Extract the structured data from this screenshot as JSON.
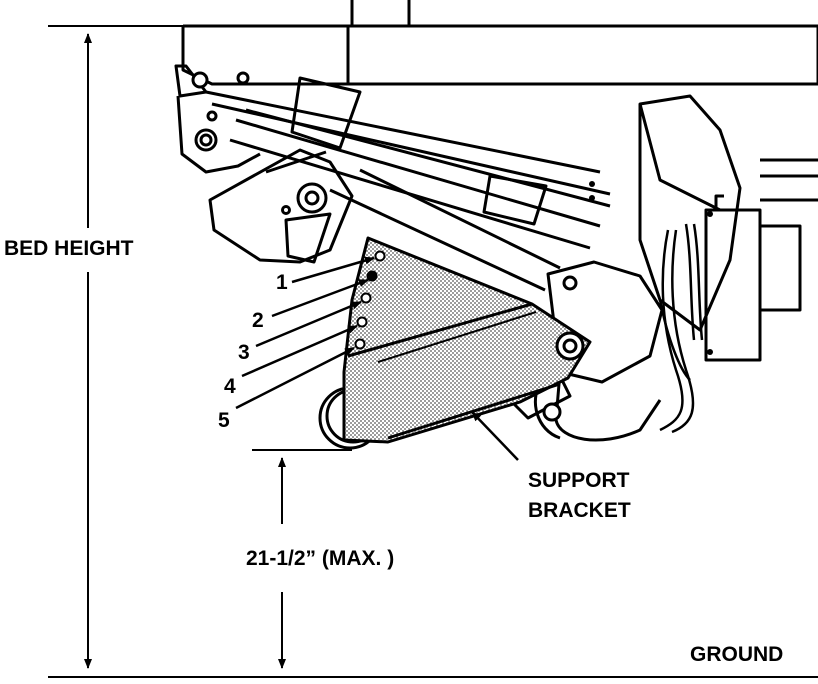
{
  "labels": {
    "bed_height": "BED HEIGHT",
    "dimension": "21-1/2” (MAX. )",
    "support_bracket_line1": "SUPPORT",
    "support_bracket_line2": "BRACKET",
    "ground": "GROUND"
  },
  "hole_numbers": [
    "1",
    "2",
    "3",
    "4",
    "5"
  ],
  "colors": {
    "line": "#000000",
    "background": "#ffffff",
    "bracket_fill": "#d7d7d7"
  }
}
